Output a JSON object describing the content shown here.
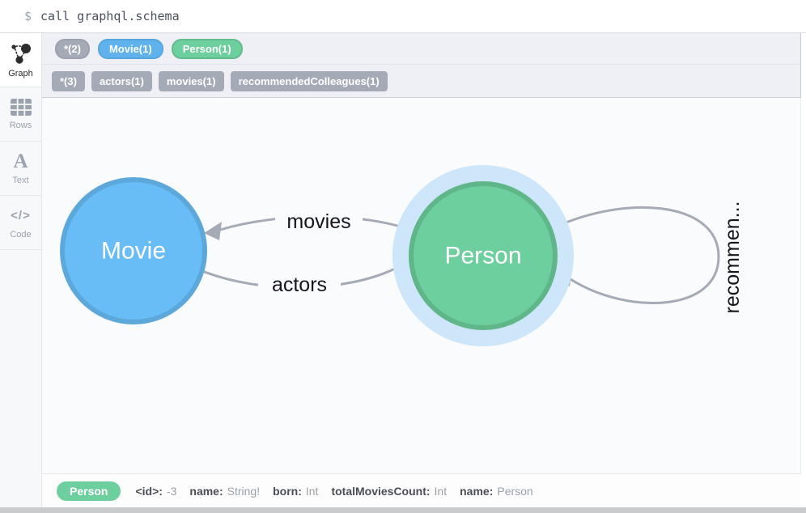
{
  "command_bar": {
    "prompt": "$",
    "command": "call graphql.schema"
  },
  "sidebar": {
    "items": [
      {
        "label": "Graph",
        "icon": "graph-icon",
        "active": true
      },
      {
        "label": "Rows",
        "icon": "rows-icon",
        "active": false
      },
      {
        "label": "Text",
        "icon": "text-icon",
        "active": false
      },
      {
        "label": "Code",
        "icon": "code-icon",
        "active": false
      }
    ]
  },
  "filters": {
    "node_labels": [
      {
        "label": "*(2)",
        "color": "#a5abb6"
      },
      {
        "label": "Movie(1)",
        "color": "#5fb2ec"
      },
      {
        "label": "Person(1)",
        "color": "#6dce9e"
      }
    ],
    "relationship_types": [
      {
        "label": "*(3)"
      },
      {
        "label": "actors(1)"
      },
      {
        "label": "movies(1)"
      },
      {
        "label": "recommendedColleagues(1)"
      }
    ],
    "relationship_color": "#a5abb6"
  },
  "graph": {
    "nodes": [
      {
        "label": "Movie",
        "fill": "#68bdf6",
        "stroke": "#5ca8db",
        "selected": false
      },
      {
        "label": "Person",
        "fill": "#6dce9e",
        "stroke": "#5fb688",
        "selected": true,
        "halo_color": "#cde6f9"
      }
    ],
    "edges": [
      {
        "label": "movies"
      },
      {
        "label": "actors"
      },
      {
        "label": "recommen..."
      }
    ],
    "edge_color": "#a5abb6"
  },
  "status_bar": {
    "node_pill": {
      "label": "Person",
      "color": "#6dce9e"
    },
    "properties": [
      {
        "key": "<id>:",
        "value": "-3"
      },
      {
        "key": "name:",
        "value": "String!"
      },
      {
        "key": "born:",
        "value": "Int"
      },
      {
        "key": "totalMoviesCount:",
        "value": "Int"
      },
      {
        "key": "name:",
        "value": "Person"
      }
    ]
  }
}
